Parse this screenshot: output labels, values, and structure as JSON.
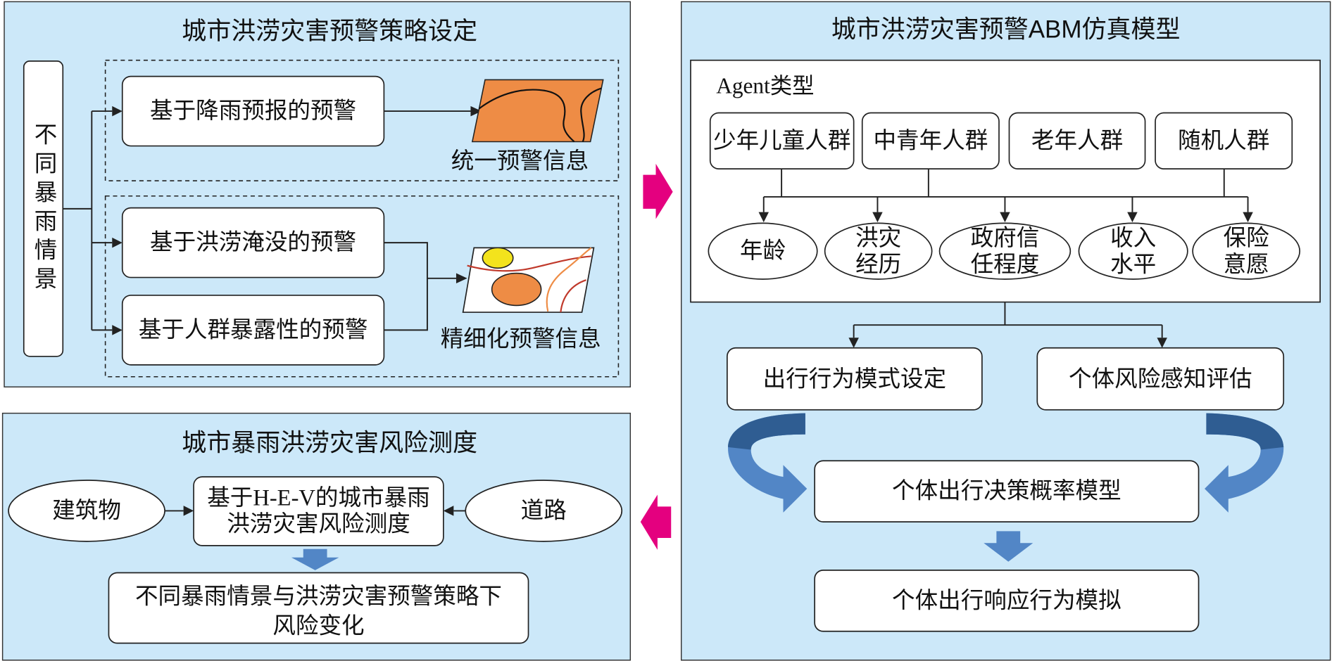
{
  "colors": {
    "panel_bg": "#cce8f9",
    "accent_pink": "#e4007f",
    "arrow_blue": "#5286c6",
    "arrow_blue_dark": "#2f5d92",
    "map_orange": "#ee8c45",
    "map_yellow": "#f3e31c",
    "map_red": "#c0392b",
    "map_line": "#111111"
  },
  "strategy": {
    "title": "城市洪涝灾害预警策略设定",
    "scenario": "不同暴雨情景",
    "warning_rain": "基于降雨预报的预警",
    "unified_info": "统一预警信息",
    "warning_flood": "基于洪涝淹没的预警",
    "warning_exposure": "基于人群暴露性的预警",
    "refined_info": "精细化预警信息"
  },
  "abm": {
    "title": "城市洪涝灾害预警ABM仿真模型",
    "agent_label": "Agent类型",
    "groups": [
      "少年儿童人群",
      "中青年人群",
      "老年人群",
      "随机人群"
    ],
    "attributes": [
      [
        "年龄"
      ],
      [
        "洪灾",
        "经历"
      ],
      [
        "政府信",
        "任程度"
      ],
      [
        "收入",
        "水平"
      ],
      [
        "保险",
        "意愿"
      ]
    ],
    "travel_mode": "出行行为模式设定",
    "risk_perception": "个体风险感知评估",
    "decision_model": "个体出行决策概率模型",
    "response_sim": "个体出行响应行为模拟"
  },
  "risk": {
    "title": "城市暴雨洪涝灾害风险测度",
    "building": "建筑物",
    "road": "道路",
    "hev": [
      "基于H-E-V的城市暴雨",
      "洪涝灾害风险测度"
    ],
    "change": [
      "不同暴雨情景与洪涝灾害预警策略下",
      "风险变化"
    ]
  }
}
